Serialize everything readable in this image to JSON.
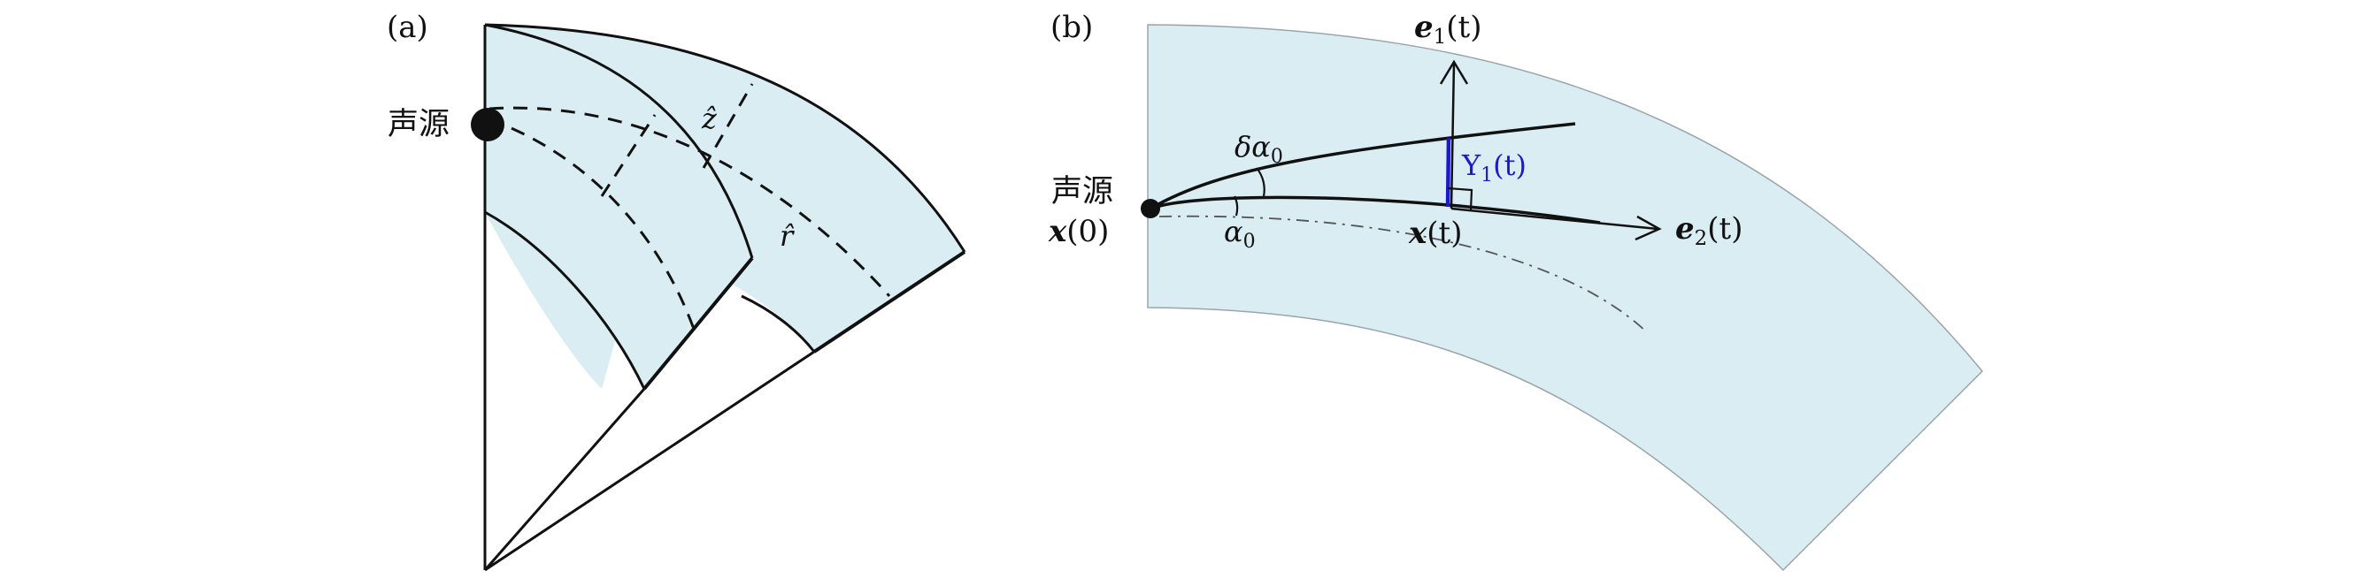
{
  "panel_a": {
    "label": "(a)",
    "source_label": "声源",
    "z_hat": "ẑ",
    "r_hat": "r̂",
    "colors": {
      "fill": "#daedf3",
      "stroke": "#111111"
    }
  },
  "panel_b": {
    "label": "(b)",
    "source_label": "声源",
    "x0_vec": "x",
    "x0_arg": "(0)",
    "delta_alpha_sym": "δα",
    "delta_alpha_sub": "0",
    "alpha_sym": "α",
    "alpha_sub": "0",
    "y1_sym": "Y",
    "y1_sub": "1",
    "y1_arg": "(t)",
    "xt_vec": "x",
    "xt_arg": "(t)",
    "e1_vec": "e",
    "e1_sub": "1",
    "e1_arg": "(t)",
    "e2_vec": "e",
    "e2_sub": "2",
    "e2_arg": "(t)",
    "colors": {
      "fill": "#daedf3",
      "stroke": "#111111",
      "highlight": "#1a1acc",
      "dash_gray": "#555555"
    }
  }
}
